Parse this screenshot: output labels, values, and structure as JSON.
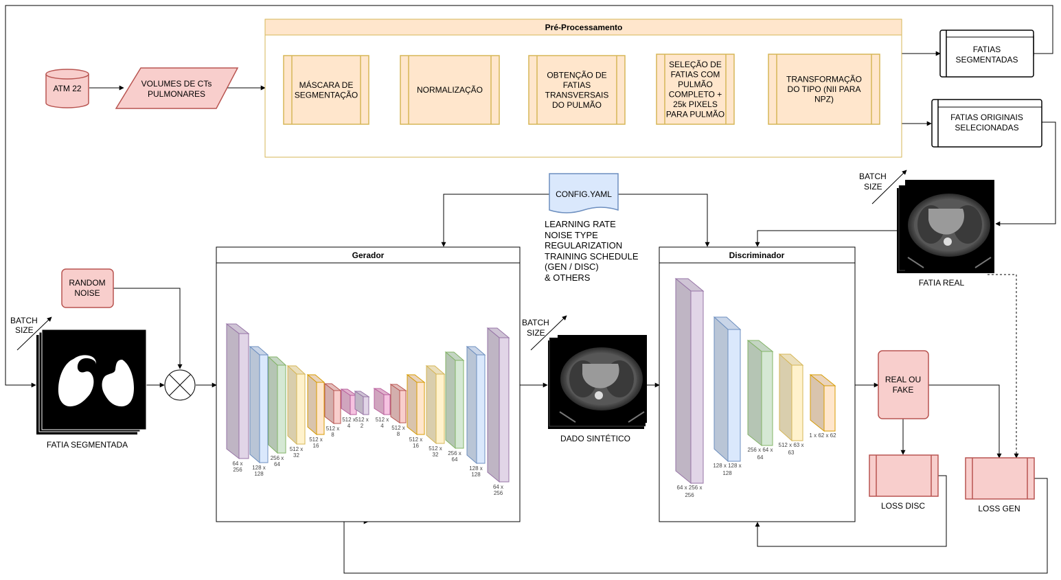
{
  "colors": {
    "orange_fill": "#ffe6cc",
    "orange_stroke": "#d6b656",
    "preproc_fill": "#fff2cc",
    "preproc_header": "#ffe6cc",
    "red_fill": "#f8cecc",
    "red_stroke": "#b85450",
    "doc_fill": "#dae8fc",
    "doc_stroke": "#6c8ebf",
    "purple": "#e1d5e7",
    "blue": "#dae8fc",
    "green": "#d5e8d4",
    "yellow": "#fff2cc",
    "orange": "#ffe6cc",
    "red": "#f8cecc",
    "pink": "#f5c2e0"
  },
  "inputs": {
    "atm": "ATM 22",
    "volumes": [
      "VOLUMES DE CTs",
      "PULMONARES"
    ]
  },
  "preprocessing": {
    "title": "Pré-Processamento",
    "steps": [
      [
        "MÁSCARA DE",
        "SEGMENTAÇÃO"
      ],
      [
        "NORMALIZAÇÃO"
      ],
      [
        "OBTENÇÃO DE",
        "FATIAS",
        "TRANSVERSAIS",
        "DO PULMÃO"
      ],
      [
        "SELEÇÃO DE",
        "FATIAS COM",
        "PULMÃO",
        "COMPLETO +",
        "25k PIXELS",
        "PARA PULMÃO"
      ],
      [
        "TRANSFORMAÇÃO",
        "DO TIPO (NII PARA",
        "NPZ)"
      ]
    ]
  },
  "outputs": {
    "segmented": [
      "FATIAS",
      "SEGMENTADAS"
    ],
    "originals": [
      "FATIAS ORIGINAIS",
      "SELECIONADAS"
    ]
  },
  "config": {
    "file": "CONFIG.YAML",
    "params": [
      "LEARNING RATE",
      "NOISE TYPE",
      "REGULARIZATION",
      "TRAINING SCHEDULE",
      "(GEN / DISC)",
      "& OTHERS"
    ]
  },
  "batch_size": [
    "BATCH",
    "SIZE"
  ],
  "random_noise": [
    "RANDOM",
    "NOISE"
  ],
  "labels": {
    "segmented_slice": "FATIA SEGMENTADA",
    "synthetic": "DADO SINTÉTICO",
    "real_slice": "FATIA REAL",
    "real_or_fake": [
      "REAL OU",
      "FAKE"
    ],
    "loss_disc": "LOSS DISC",
    "loss_gen": "LOSS GEN"
  },
  "generator": {
    "title": "Gerador",
    "layers": [
      {
        "c": "purple",
        "label": [
          "64 x",
          "256"
        ]
      },
      {
        "c": "blue",
        "label": [
          "128 x",
          "128"
        ]
      },
      {
        "c": "green",
        "label": [
          "256 x",
          "64"
        ]
      },
      {
        "c": "yellow",
        "label": [
          "512 x",
          "32"
        ]
      },
      {
        "c": "orange",
        "label": [
          "512 x",
          "16"
        ]
      },
      {
        "c": "red",
        "label": [
          "512 x",
          "8"
        ]
      },
      {
        "c": "pink",
        "label": [
          "512 x",
          "4"
        ]
      },
      {
        "c": "purple",
        "label": [
          "512 x",
          "2"
        ]
      },
      {
        "c": "pink",
        "label": [
          "512 x",
          "4"
        ]
      },
      {
        "c": "red",
        "label": [
          "512 x",
          "8"
        ]
      },
      {
        "c": "orange",
        "label": [
          "512 x",
          "16"
        ]
      },
      {
        "c": "yellow",
        "label": [
          "512 x",
          "32"
        ]
      },
      {
        "c": "green",
        "label": [
          "256 x",
          "64"
        ]
      },
      {
        "c": "blue",
        "label": [
          "128 x",
          "128"
        ]
      },
      {
        "c": "purple",
        "label": [
          "64 x",
          "256"
        ]
      }
    ]
  },
  "discriminator": {
    "title": "Discriminador",
    "layers": [
      {
        "c": "purple",
        "label": [
          "64 x 256 x",
          "256"
        ]
      },
      {
        "c": "blue",
        "label": [
          "128 x 128 x",
          "128"
        ]
      },
      {
        "c": "green",
        "label": [
          "256 x 64 x",
          "64"
        ]
      },
      {
        "c": "yellow",
        "label": [
          "512 x 63 x",
          "63"
        ]
      },
      {
        "c": "orange",
        "label": [
          "1 x 62 x 62"
        ]
      }
    ]
  }
}
